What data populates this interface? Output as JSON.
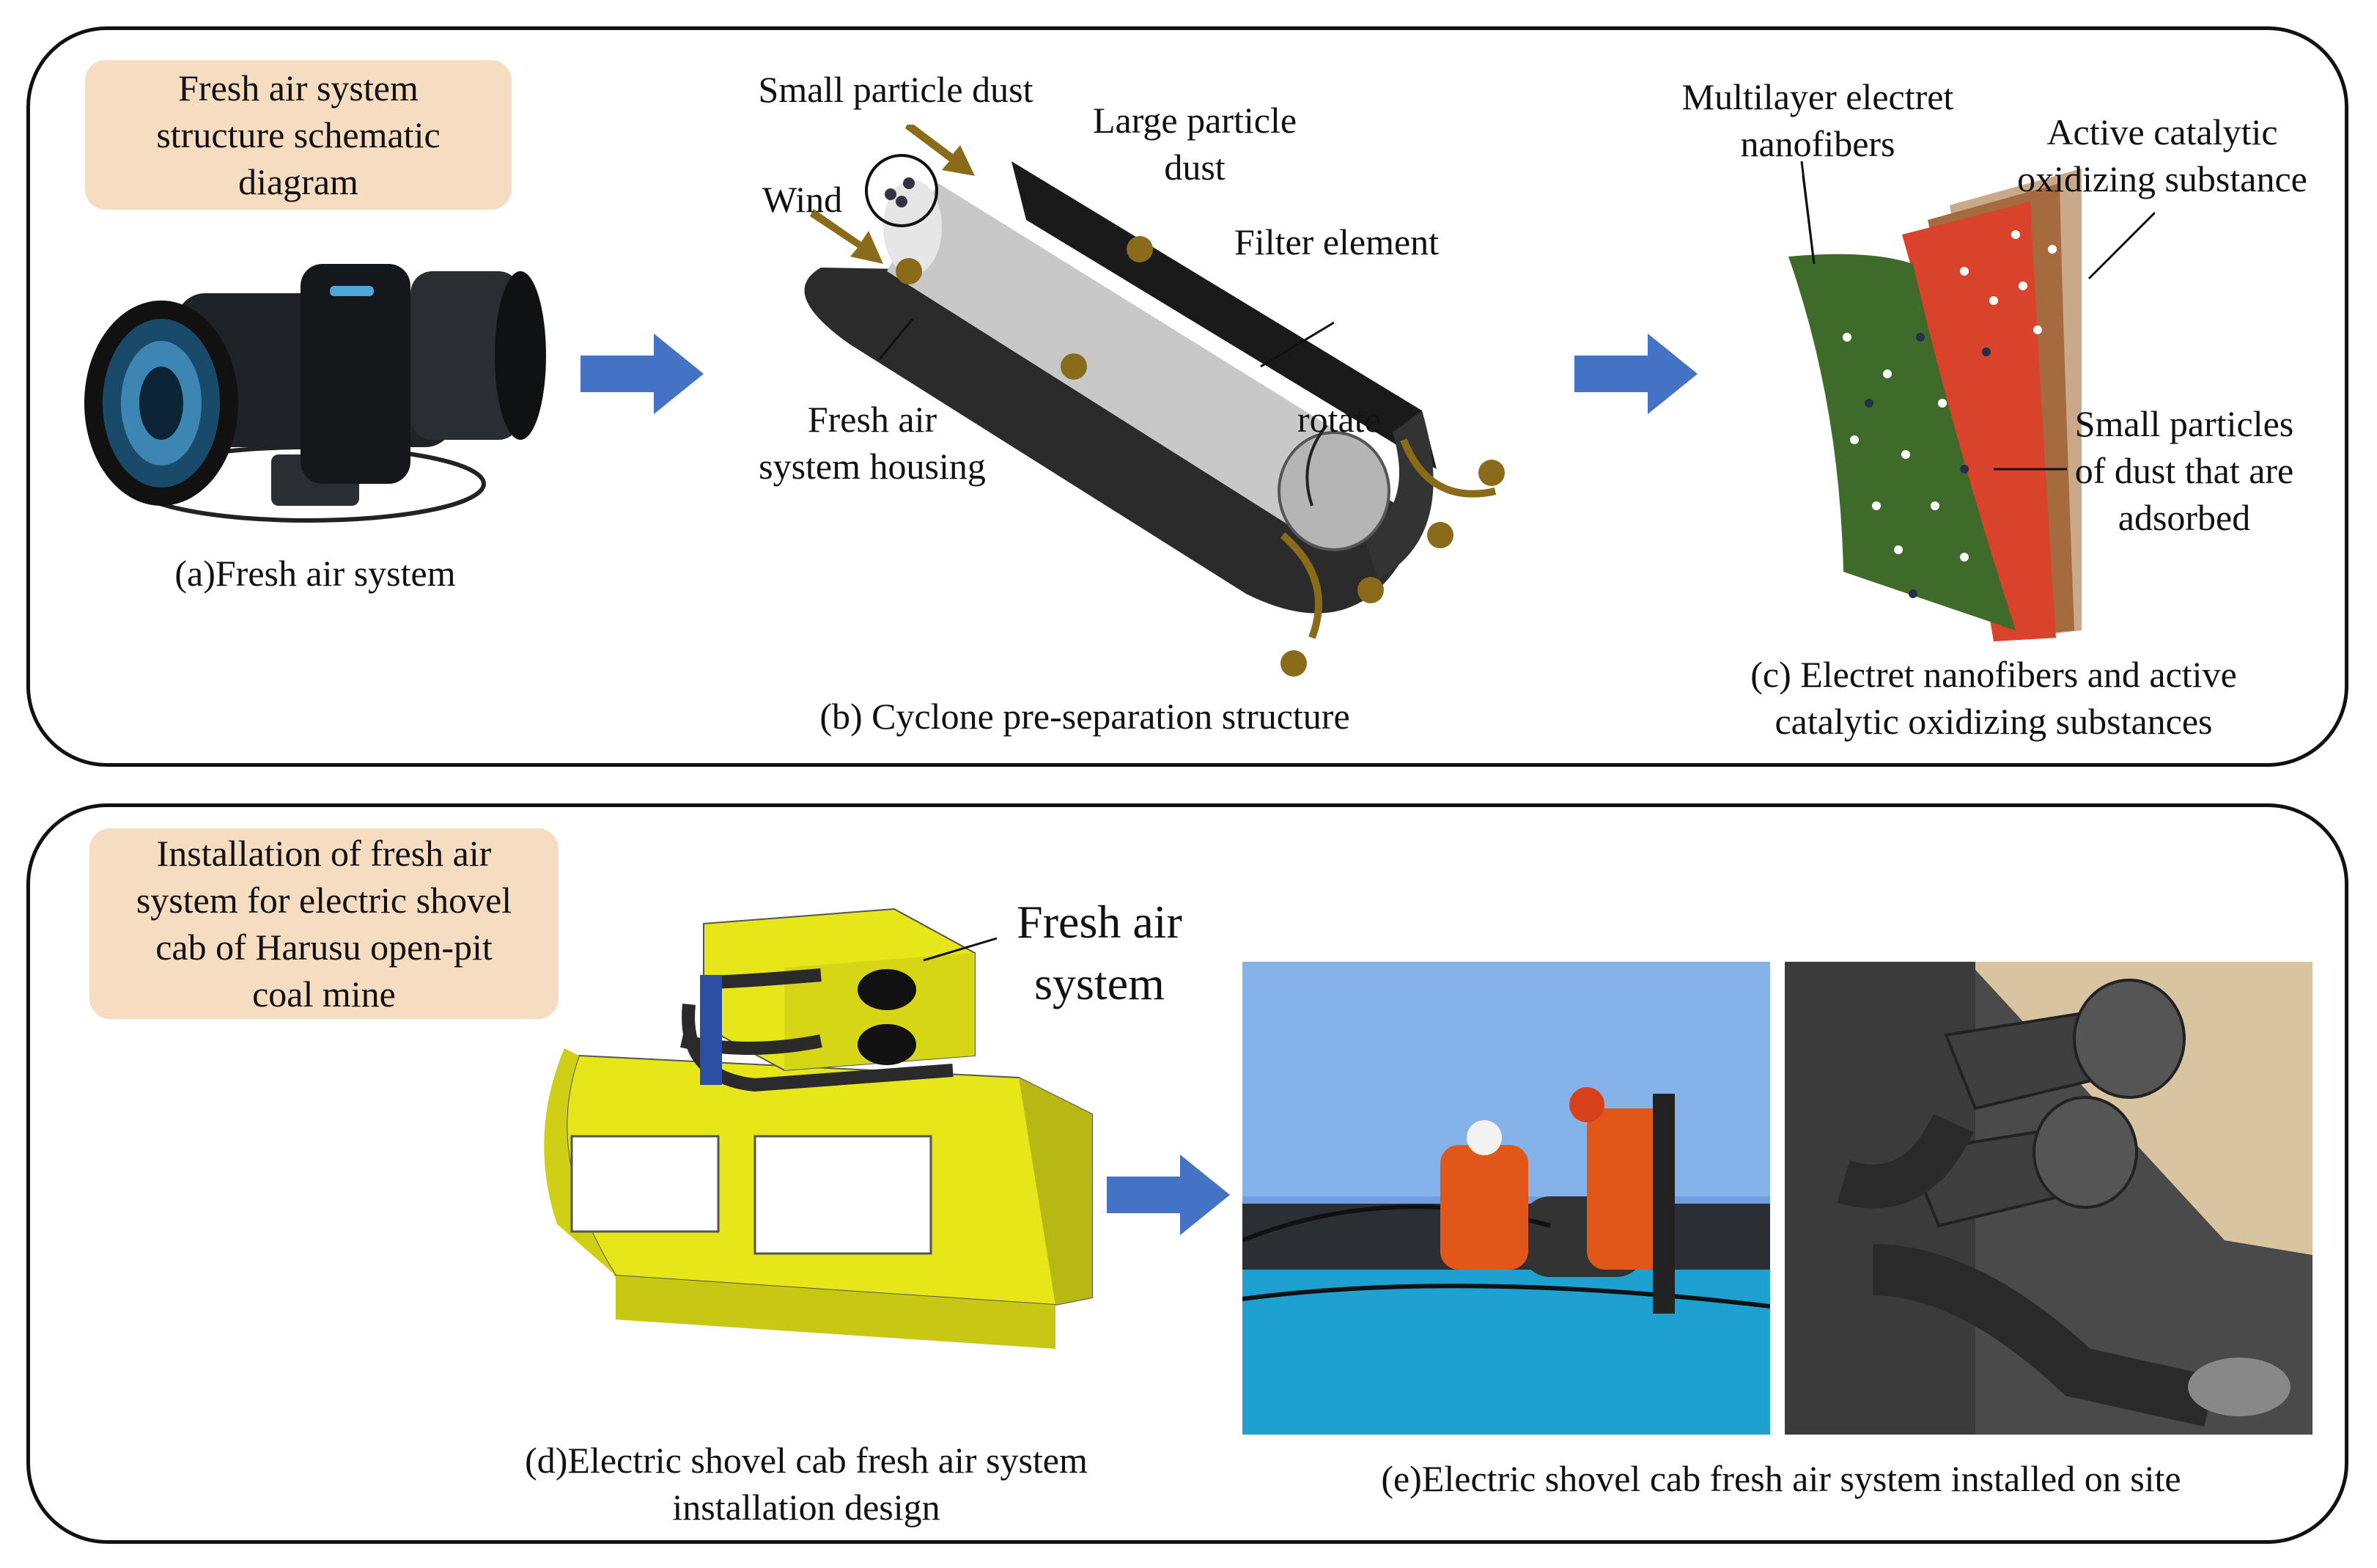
{
  "top_panel": {
    "tag": "Fresh air system\nstructure schematic\ndiagram",
    "a_caption": "(a)Fresh air system",
    "b_caption": "(b) Cyclone pre-separation structure",
    "b_labels": {
      "small_dust": "Small particle dust",
      "large_dust": "Large particle\ndust",
      "wind": "Wind",
      "filter": "Filter element",
      "housing": "Fresh air\nsystem housing",
      "rotate": "rotate"
    },
    "c_caption": "(c) Electret nanofibers and active\ncatalytic oxidizing substances",
    "c_labels": {
      "nanofibers": "Multilayer electret\nnanofibers",
      "catalytic": "Active catalytic\noxidizing substance",
      "adsorbed": "Small particles\nof dust that are\nadsorbed"
    }
  },
  "bottom_panel": {
    "tag": "Installation of fresh air\nsystem for electric shovel\ncab of Harusu open-pit\ncoal mine",
    "fresh_air_label": "Fresh air\nsystem",
    "d_caption": "(d)Electric shovel cab fresh air system\ninstallation design",
    "e_caption": "(e)Electric shovel cab fresh air system installed on site"
  },
  "colors": {
    "tag_bg": "#f6dcc0",
    "arrow_blue": "#4472c4",
    "cab_yellow": "#e6e619",
    "dust_gold": "#8a6b1a",
    "fiber_green": "#3f6b2a",
    "fiber_red": "#d9422b",
    "fiber_brown": "#a66a3f",
    "sky_blue": "#6f9fe0",
    "shovel_cyan": "#1ea1d1"
  }
}
